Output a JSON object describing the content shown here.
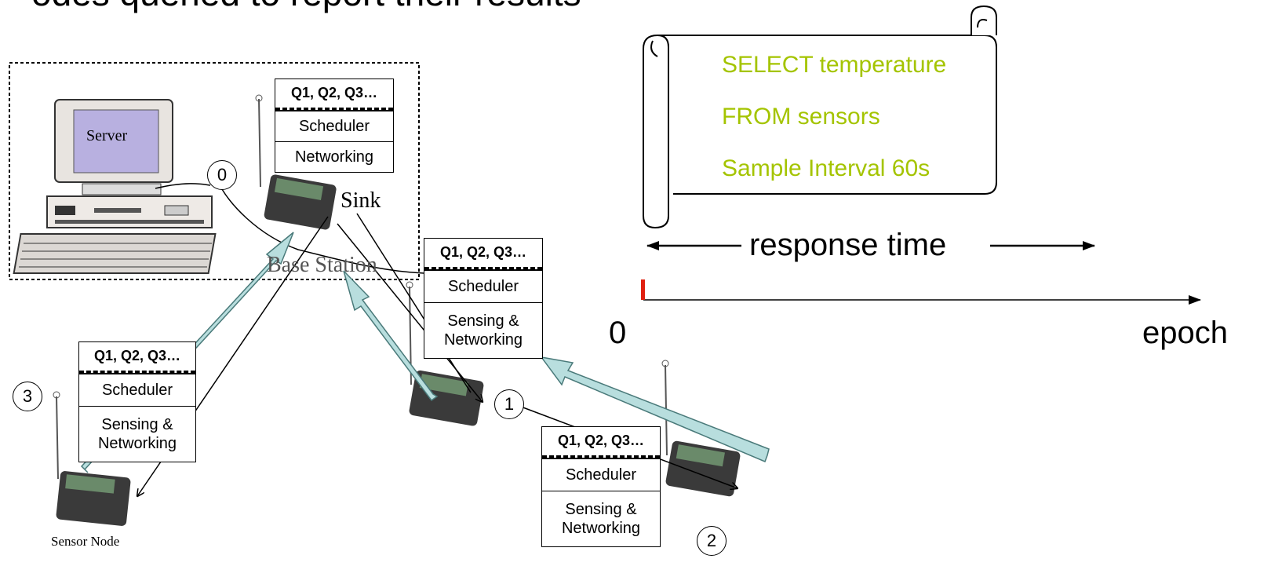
{
  "title": "odes queried to report their results",
  "base_station_label": "Base Station",
  "server_label": "Server",
  "sink_label": "Sink",
  "sensor_node_label": "Sensor Node",
  "stacks": {
    "sink": {
      "queries": "Q1, Q2, Q3…",
      "scheduler": "Scheduler",
      "network": "Networking"
    },
    "node1": {
      "queries": "Q1, Q2, Q3…",
      "scheduler": "Scheduler",
      "network_line1": "Sensing &",
      "network_line2": "Networking"
    },
    "node2": {
      "queries": "Q1, Q2, Q3…",
      "scheduler": "Scheduler",
      "network_line1": "Sensing &",
      "network_line2": "Networking"
    },
    "node3": {
      "queries": "Q1, Q2, Q3…",
      "scheduler": "Scheduler",
      "network_line1": "Sensing &",
      "network_line2": "Networking"
    }
  },
  "node_numbers": [
    "0",
    "1",
    "2",
    "3"
  ],
  "query_scroll": {
    "line1": "SELECT temperature",
    "line2": "FROM sensors",
    "line3": "Sample Interval 60s",
    "text_color": "#a4c400"
  },
  "timeline": {
    "response_time_label": "response time",
    "origin_label": "0",
    "axis_label": "epoch",
    "marker_color": "#e02010"
  },
  "colors": {
    "arrow_fill": "#b8dede",
    "arrow_stroke": "#4a7a7a",
    "monitor_screen": "#b8b0e0"
  }
}
